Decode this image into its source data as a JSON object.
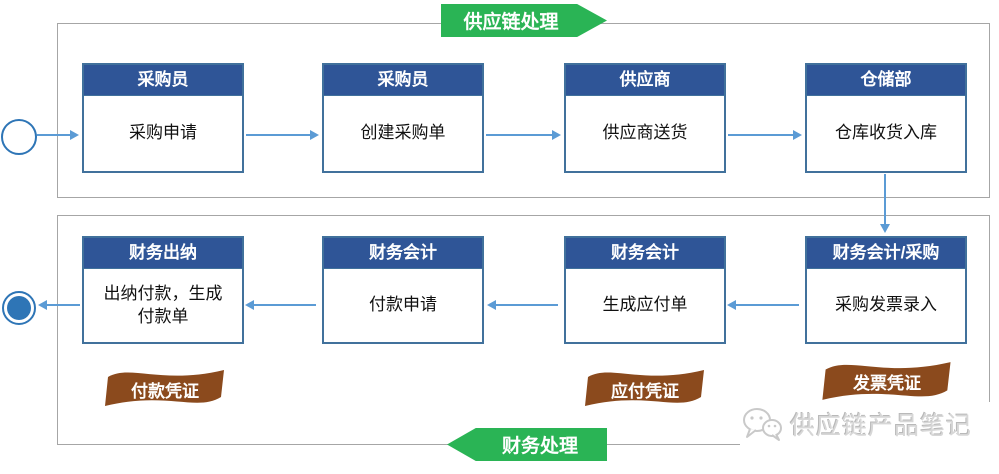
{
  "colors": {
    "header_blue": "#2F5597",
    "box_border_blue": "#41719C",
    "arrow_blue": "#5B9BD5",
    "banner_green": "#2AB455",
    "voucher_brown": "#8B4A1D",
    "lane_border_gray": "#A6A6A6",
    "end_node_blue": "#2E75B6"
  },
  "supply_lane": {
    "banner_label": "供应链处理",
    "steps": [
      {
        "role": "采购员",
        "action": "采购申请"
      },
      {
        "role": "采购员",
        "action": "创建采购单"
      },
      {
        "role": "供应商",
        "action": "供应商送货"
      },
      {
        "role": "仓储部",
        "action": "仓库收货入库"
      }
    ]
  },
  "finance_lane": {
    "banner_label": "财务处理",
    "steps": [
      {
        "role": "财务出纳",
        "action": "出纳付款，生成\n付款单"
      },
      {
        "role": "财务会计",
        "action": "付款申请"
      },
      {
        "role": "财务会计",
        "action": "生成应付单"
      },
      {
        "role": "财务会计/采购",
        "action": "采购发票录入"
      }
    ]
  },
  "vouchers": [
    {
      "label": "付款凭证"
    },
    {
      "label": "应付凭证"
    },
    {
      "label": "发票凭证"
    }
  ],
  "watermark": {
    "icon": "wechat-icon",
    "text": "供应链产品笔记"
  }
}
